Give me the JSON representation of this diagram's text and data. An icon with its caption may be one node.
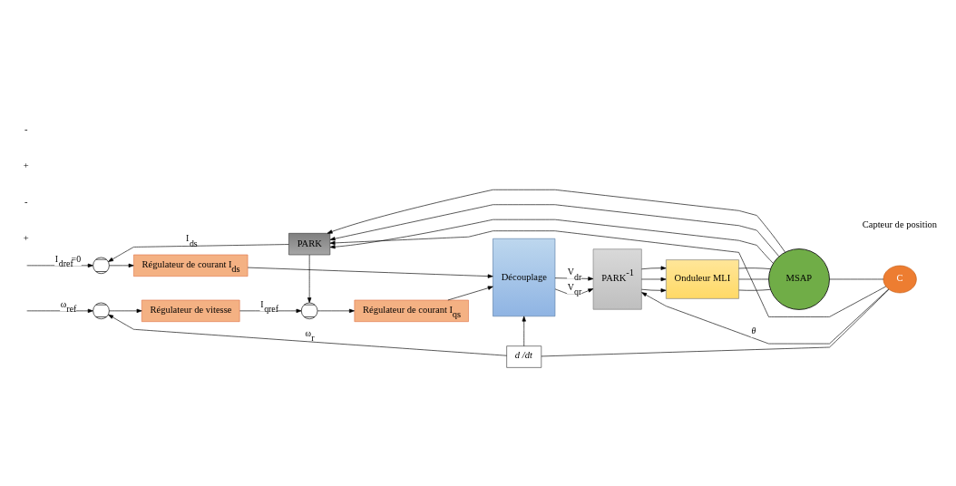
{
  "diagram": {
    "nodes": [
      {
        "text": [
          "PARK"
        ]
      },
      {
        "text": [],
        "shape": "circle"
      },
      {
        "text": [
          "Régulateur de courant I$_{ds}$"
        ]
      },
      {
        "text": [
          "Découplage"
        ]
      },
      {
        "text": [
          "PARK$^{-1}$"
        ]
      },
      {
        "text": [
          "Onduleur MLI"
        ]
      },
      {
        "text": [
          "MSAP"
        ]
      },
      {
        "text": [],
        "shape": "circle"
      },
      {
        "text": [
          "Régulateur de vitesse"
        ]
      },
      {
        "text": [],
        "shape": "circle"
      },
      {
        "text": [
          "Régulateur de courant I$_{qs}$"
        ]
      },
      {
        "text": [
          "C"
        ],
        "beside": [
          "Capteur de position"
        ]
      },
      {
        "text": [
          "*d /dt*"
        ]
      }
    ],
    "edges": [
      {
        "from": 0,
        "to": 1,
        "arrow": "to",
        "label": "I$_{ds}$"
      },
      {
        "from": 0,
        "to": 9,
        "arrow": "to"
      },
      {
        "from": null,
        "to": 1,
        "arrow": "to",
        "label": "I$_{dref}$=0"
      },
      {
        "from": 1,
        "to": 2,
        "arrow": "to"
      },
      {
        "from": 2,
        "to": 3,
        "arrow": "to"
      },
      {
        "from": null,
        "to": 7,
        "arrow": "to",
        "label": "ω$_{ref}$"
      },
      {
        "from": 7,
        "to": 8,
        "arrow": "to"
      },
      {
        "from": 8,
        "to": 9,
        "arrow": "to",
        "label": "I$_{qref}$"
      },
      {
        "from": 9,
        "to": 10,
        "arrow": "to"
      },
      {
        "from": 10,
        "to": 3,
        "arrow": "to"
      },
      {
        "from": 3,
        "to": 4,
        "arrow": "to",
        "label": "V$_{dr}$"
      },
      {
        "from": 3,
        "to": 4,
        "arrow": "to",
        "label": "V$_{qr}$"
      },
      {
        "from": 4,
        "to": 5,
        "arrow": "to"
      },
      {
        "from": 4,
        "to": 5,
        "arrow": "to"
      },
      {
        "from": 4,
        "to": 5,
        "arrow": "to"
      },
      {
        "from": 5,
        "to": 6,
        "arrow": "none"
      },
      {
        "from": 5,
        "to": 6,
        "arrow": "none"
      },
      {
        "from": 5,
        "to": 6,
        "arrow": "none"
      },
      {
        "from": 6,
        "to": 0,
        "arrow": "to"
      },
      {
        "from": 6,
        "to": 0,
        "arrow": "to"
      },
      {
        "from": 6,
        "to": 0,
        "arrow": "to"
      },
      {
        "from": 6,
        "to": 11,
        "arrow": "none"
      },
      {
        "from": 11,
        "to": 0,
        "arrow": "to"
      },
      {
        "from": 11,
        "to": 4,
        "arrow": "to",
        "label": "*θ*"
      },
      {
        "from": 11,
        "to": 12,
        "arrow": "none"
      },
      {
        "from": 12,
        "to": 3,
        "arrow": "to"
      },
      {
        "from": 12,
        "to": 7,
        "arrow": "to",
        "label": "ω$_{r}$"
      }
    ],
    "labels": [
      "+",
      "-",
      "+",
      "-"
    ]
  }
}
